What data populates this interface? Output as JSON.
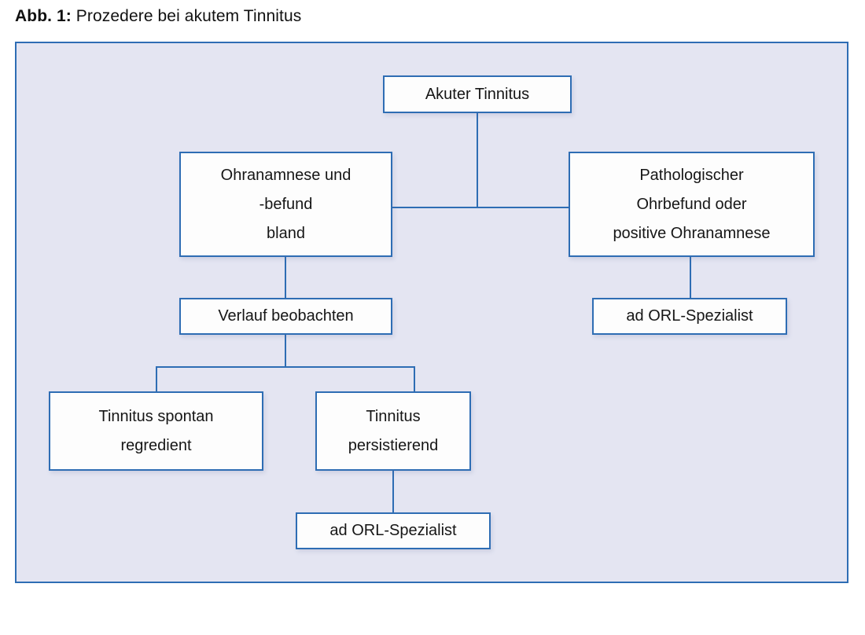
{
  "caption": {
    "label": "Abb. 1:",
    "text": " Prozedere bei akutem Tinnitus"
  },
  "colors": {
    "frame_border": "#2e6db4",
    "frame_background": "#e4e5f2",
    "node_border": "#2e6db4",
    "node_background": "#fdfdfd",
    "connector": "#2e6db4",
    "text": "#161616",
    "page_background": "#ffffff"
  },
  "chart_data": {
    "type": "diagram",
    "title": "Prozedere bei akutem Tinnitus",
    "nodes": [
      {
        "id": "root",
        "label": "Akuter Tinnitus",
        "lines": [
          "Akuter Tinnitus"
        ]
      },
      {
        "id": "bland",
        "label": "Ohranamnese und -befund bland",
        "lines": [
          "Ohranamnese und",
          "-befund",
          "bland"
        ]
      },
      {
        "id": "pathological",
        "label": "Pathologischer Ohrbefund oder positive Ohranamnese",
        "lines": [
          "Pathologischer",
          "Ohrbefund oder",
          "positive Ohranamnese"
        ]
      },
      {
        "id": "observe",
        "label": "Verlauf beobachten",
        "lines": [
          "Verlauf beobachten"
        ]
      },
      {
        "id": "specialist_right",
        "label": "ad ORL-Spezialist",
        "lines": [
          "ad ORL-Spezialist"
        ]
      },
      {
        "id": "spontaneous",
        "label": "Tinnitus spontan regredient",
        "lines": [
          "Tinnitus spontan",
          "regredient"
        ]
      },
      {
        "id": "persistent",
        "label": "Tinnitus persistierend",
        "lines": [
          "Tinnitus",
          "persistierend"
        ]
      },
      {
        "id": "specialist_bottom",
        "label": "ad ORL-Spezialist",
        "lines": [
          "ad ORL-Spezialist"
        ]
      }
    ],
    "edges": [
      {
        "from": "root",
        "to": "bland"
      },
      {
        "from": "root",
        "to": "pathological"
      },
      {
        "from": "bland",
        "to": "observe"
      },
      {
        "from": "pathological",
        "to": "specialist_right"
      },
      {
        "from": "observe",
        "to": "spontaneous"
      },
      {
        "from": "observe",
        "to": "persistent"
      },
      {
        "from": "persistent",
        "to": "specialist_bottom"
      }
    ]
  }
}
